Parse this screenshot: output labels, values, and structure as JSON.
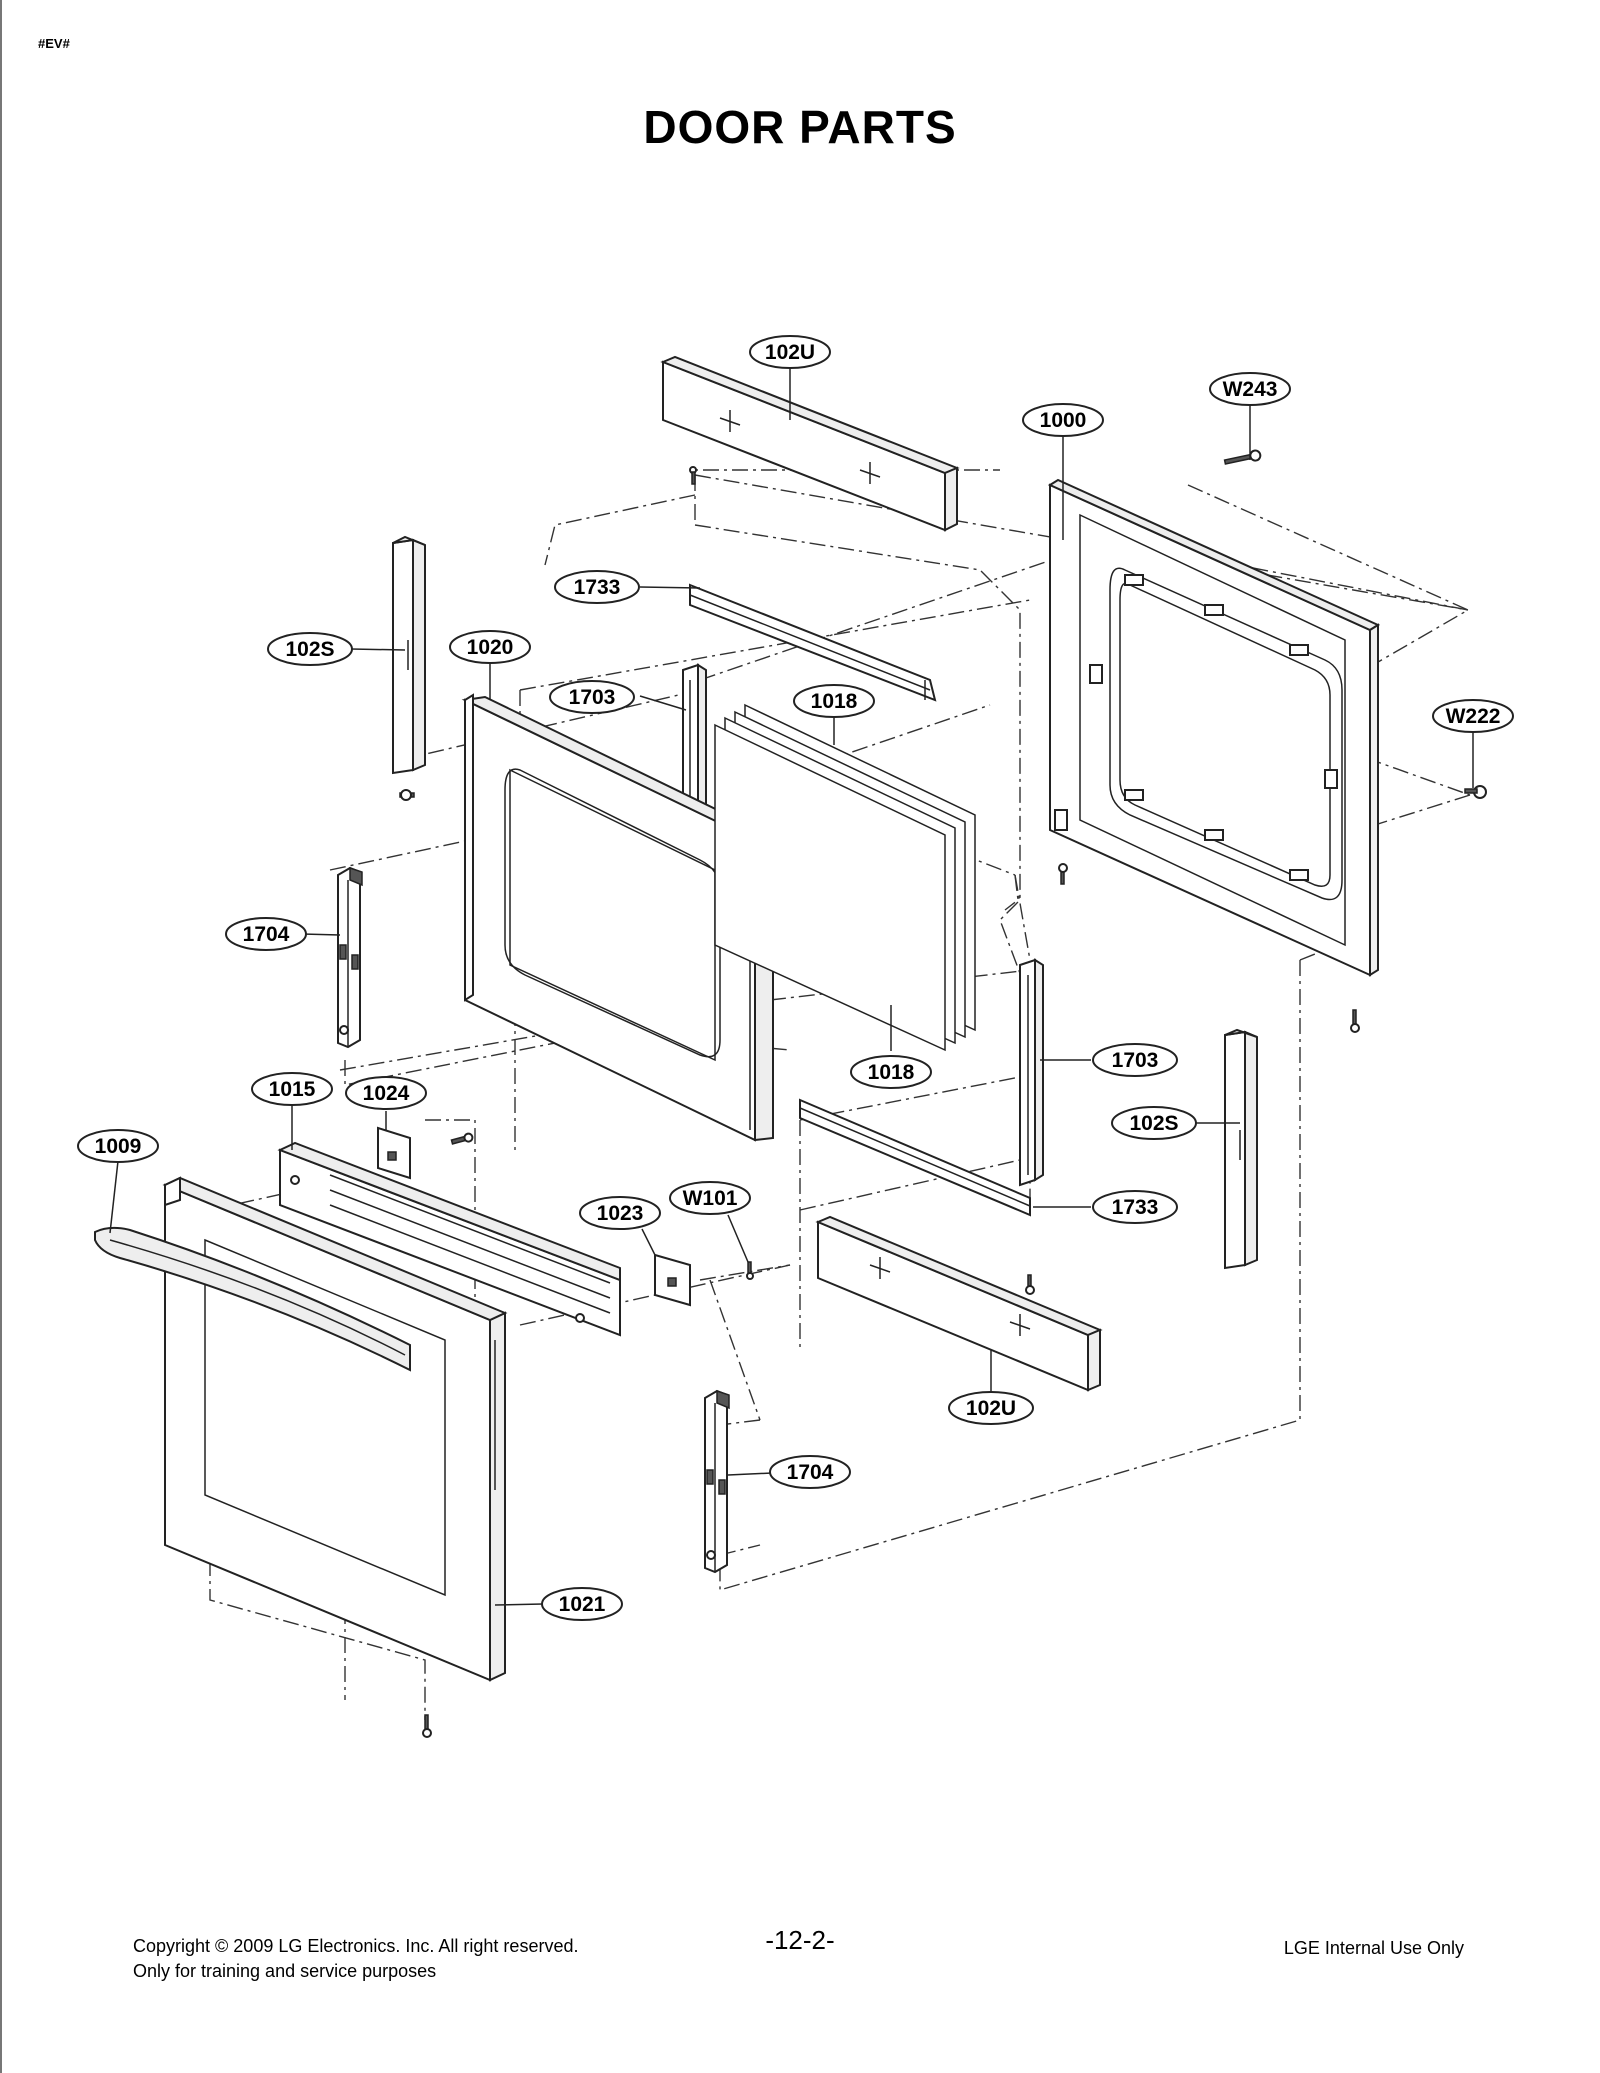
{
  "header": {
    "code": "#EV#",
    "title": "DOOR PARTS"
  },
  "callouts": [
    {
      "id": "c-102u-top",
      "label": "102U"
    },
    {
      "id": "c-w243",
      "label": "W243"
    },
    {
      "id": "c-1000",
      "label": "1000"
    },
    {
      "id": "c-1733-top",
      "label": "1733"
    },
    {
      "id": "c-102s-left",
      "label": "102S"
    },
    {
      "id": "c-1020",
      "label": "1020"
    },
    {
      "id": "c-1703-left",
      "label": "1703"
    },
    {
      "id": "c-1018-top",
      "label": "1018"
    },
    {
      "id": "c-w222",
      "label": "W222"
    },
    {
      "id": "c-1704-left",
      "label": "1704"
    },
    {
      "id": "c-1018-bottom",
      "label": "1018"
    },
    {
      "id": "c-1703-right",
      "label": "1703"
    },
    {
      "id": "c-1015",
      "label": "1015"
    },
    {
      "id": "c-1024",
      "label": "1024"
    },
    {
      "id": "c-102s-right",
      "label": "102S"
    },
    {
      "id": "c-1009",
      "label": "1009"
    },
    {
      "id": "c-1023",
      "label": "1023"
    },
    {
      "id": "c-w101",
      "label": "W101"
    },
    {
      "id": "c-1733-bottom",
      "label": "1733"
    },
    {
      "id": "c-102u-bottom",
      "label": "102U"
    },
    {
      "id": "c-1704-bottom",
      "label": "1704"
    },
    {
      "id": "c-1021",
      "label": "1021"
    }
  ],
  "footer": {
    "copyright": "Copyright © 2009 LG Electronics. Inc. All right reserved.",
    "training": "Only for training and service purposes",
    "page": "-12-2-",
    "internal": "LGE Internal Use Only"
  }
}
